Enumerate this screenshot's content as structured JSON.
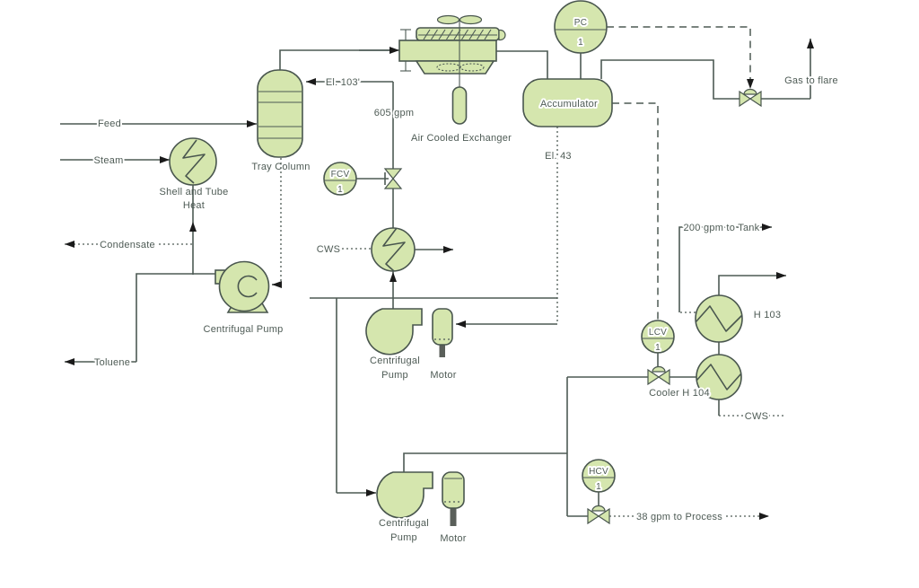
{
  "diagram": {
    "labels": {
      "feed": "Feed",
      "steam": "Steam",
      "shell_tube_1": "Shell and Tube",
      "shell_tube_2": "Heat",
      "tray_column": "Tray Column",
      "el_103": "El. 103'",
      "gpm_605": "605 gpm",
      "air_cooled_exchanger": "Air Cooled Exchanger",
      "accumulator": "Accumulator",
      "el_43": "El. 43",
      "gas_to_flare": "Gas to flare",
      "condensate": "Condensate",
      "toluene": "Toluene",
      "pump_left": "Centrifugal Pump",
      "cws_left": "CWS",
      "pump_mid_1": "Centrifugal",
      "pump_mid_2": "Pump",
      "motor_mid": "Motor",
      "pump_bot_1": "Centrifugal",
      "pump_bot_2": "Pump",
      "motor_bot": "Motor",
      "h103": "H 103",
      "cooler_h104": "Cooler H 104",
      "cws_right": "CWS",
      "gpm_200": "200 gpm to Tank",
      "gpm_38": "38 gpm to Process"
    },
    "instruments": {
      "pc": {
        "tag": "PC",
        "num": "1"
      },
      "fcv": {
        "tag": "FCV",
        "num": "1"
      },
      "lcv": {
        "tag": "LCV",
        "num": "1"
      },
      "hcv": {
        "tag": "HCV",
        "num": "1"
      }
    },
    "colors": {
      "equipment_fill": "#d5e6ae",
      "outline": "#49564e",
      "pipe": "#4d5a54",
      "text": "#4e5b55",
      "arrow": "#1a1a1a"
    }
  }
}
